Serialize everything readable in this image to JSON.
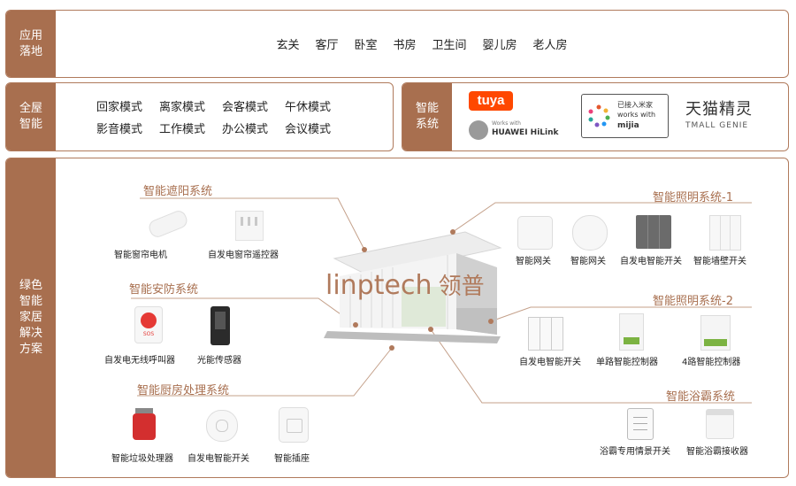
{
  "scenes": {
    "tag": [
      "应用",
      "落地"
    ],
    "rooms": [
      "玄关",
      "客厅",
      "卧室",
      "书房",
      "卫生间",
      "婴儿房",
      "老人房"
    ]
  },
  "whole_home": {
    "tag": [
      "全屋",
      "智能"
    ],
    "modes_row1": [
      "回家模式",
      "离家模式",
      "会客模式",
      "午休模式"
    ],
    "modes_row2": [
      "影音模式",
      "工作模式",
      "办公模式",
      "会议模式"
    ]
  },
  "smart_system": {
    "tag": [
      "智能",
      "系统"
    ],
    "tuya": "tuya",
    "hilink_works": "Works with",
    "hilink": "HUAWEI HiLink",
    "mijia_line1": "已接入米家",
    "mijia_line2": "works with",
    "mijia_line3": "mijia",
    "tmall_cn": "天猫精灵",
    "tmall_en": "TMALL GENIE"
  },
  "solution": {
    "tag": [
      "绿色",
      "智能",
      "家居",
      "解决",
      "方案"
    ],
    "brand_en": "linptech",
    "brand_cn": "领普",
    "sections": {
      "shading": "智能遮阳系统",
      "security": "智能安防系统",
      "kitchen": "智能厨房处理系统",
      "lighting1": "智能照明系统-1",
      "lighting2": "智能照明系统-2",
      "bath": "智能浴霸系统"
    },
    "devices": {
      "curtain_motor": "智能窗帘电机",
      "curtain_remote": "自发电窗帘遥控器",
      "sos_button": "自发电无线呼叫器",
      "light_sensor": "光能传感器",
      "disposer": "智能垃圾处理器",
      "kitchen_switch": "自发电智能开关",
      "smart_socket": "智能插座",
      "gateway_a": "智能网关",
      "gateway_b": "智能网关",
      "selfpower_switch_1": "自发电智能开关",
      "wall_switch": "智能墙壁开关",
      "selfpower_switch_2": "自发电智能开关",
      "single_controller": "单路智能控制器",
      "four_controller": "4路智能控制器",
      "bath_scene_switch": "浴霸专用情景开关",
      "bath_receiver": "智能浴霸接收器"
    },
    "sos_label": "SOS"
  },
  "colors": {
    "accent": "#a86f4f",
    "border": "#b07a5c",
    "tuya": "#ff4800",
    "brand": "#b07a5c"
  }
}
